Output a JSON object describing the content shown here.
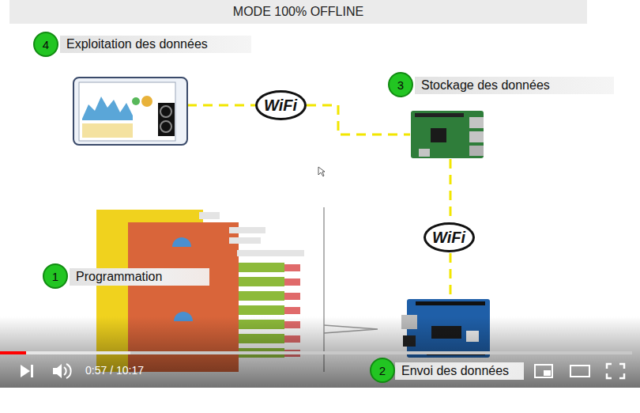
{
  "diagram": {
    "title": "MODE 100% OFFLINE",
    "nodes": [
      {
        "text": [
          "4"
        ]
      },
      {
        "text": [
          "Exploitation des données"
        ]
      },
      {
        "text": [
          "3"
        ]
      },
      {
        "text": [
          "Stockage des données"
        ]
      },
      {
        "text": [
          "WiFi"
        ]
      },
      {
        "text": [
          "WiFi"
        ]
      },
      {
        "text": [
          "1"
        ]
      },
      {
        "text": [
          "Programmation"
        ]
      },
      {
        "text": [
          "2"
        ]
      },
      {
        "text": [
          "Envoi des données"
        ]
      }
    ],
    "labels": [
      "0:57 / 10:17"
    ]
  }
}
